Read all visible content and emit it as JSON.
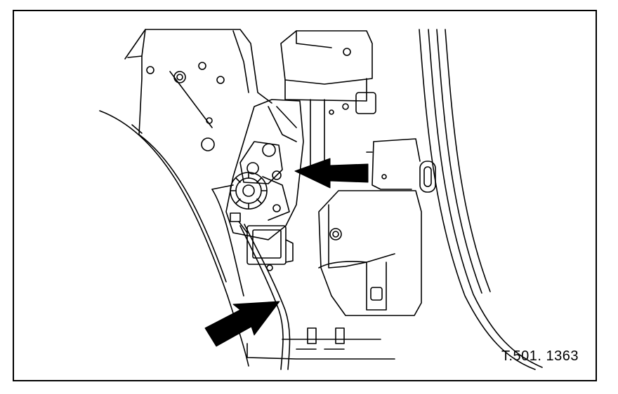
{
  "figure": {
    "reference_code": "T.501. 1363",
    "line_color": "#000000",
    "background_color": "#ffffff",
    "callouts": [
      {
        "name": "upper-arrow",
        "direction": "left",
        "icon": "arrow-left-icon"
      },
      {
        "name": "lower-arrow",
        "direction": "up-right",
        "icon": "arrow-up-right-icon"
      }
    ]
  }
}
